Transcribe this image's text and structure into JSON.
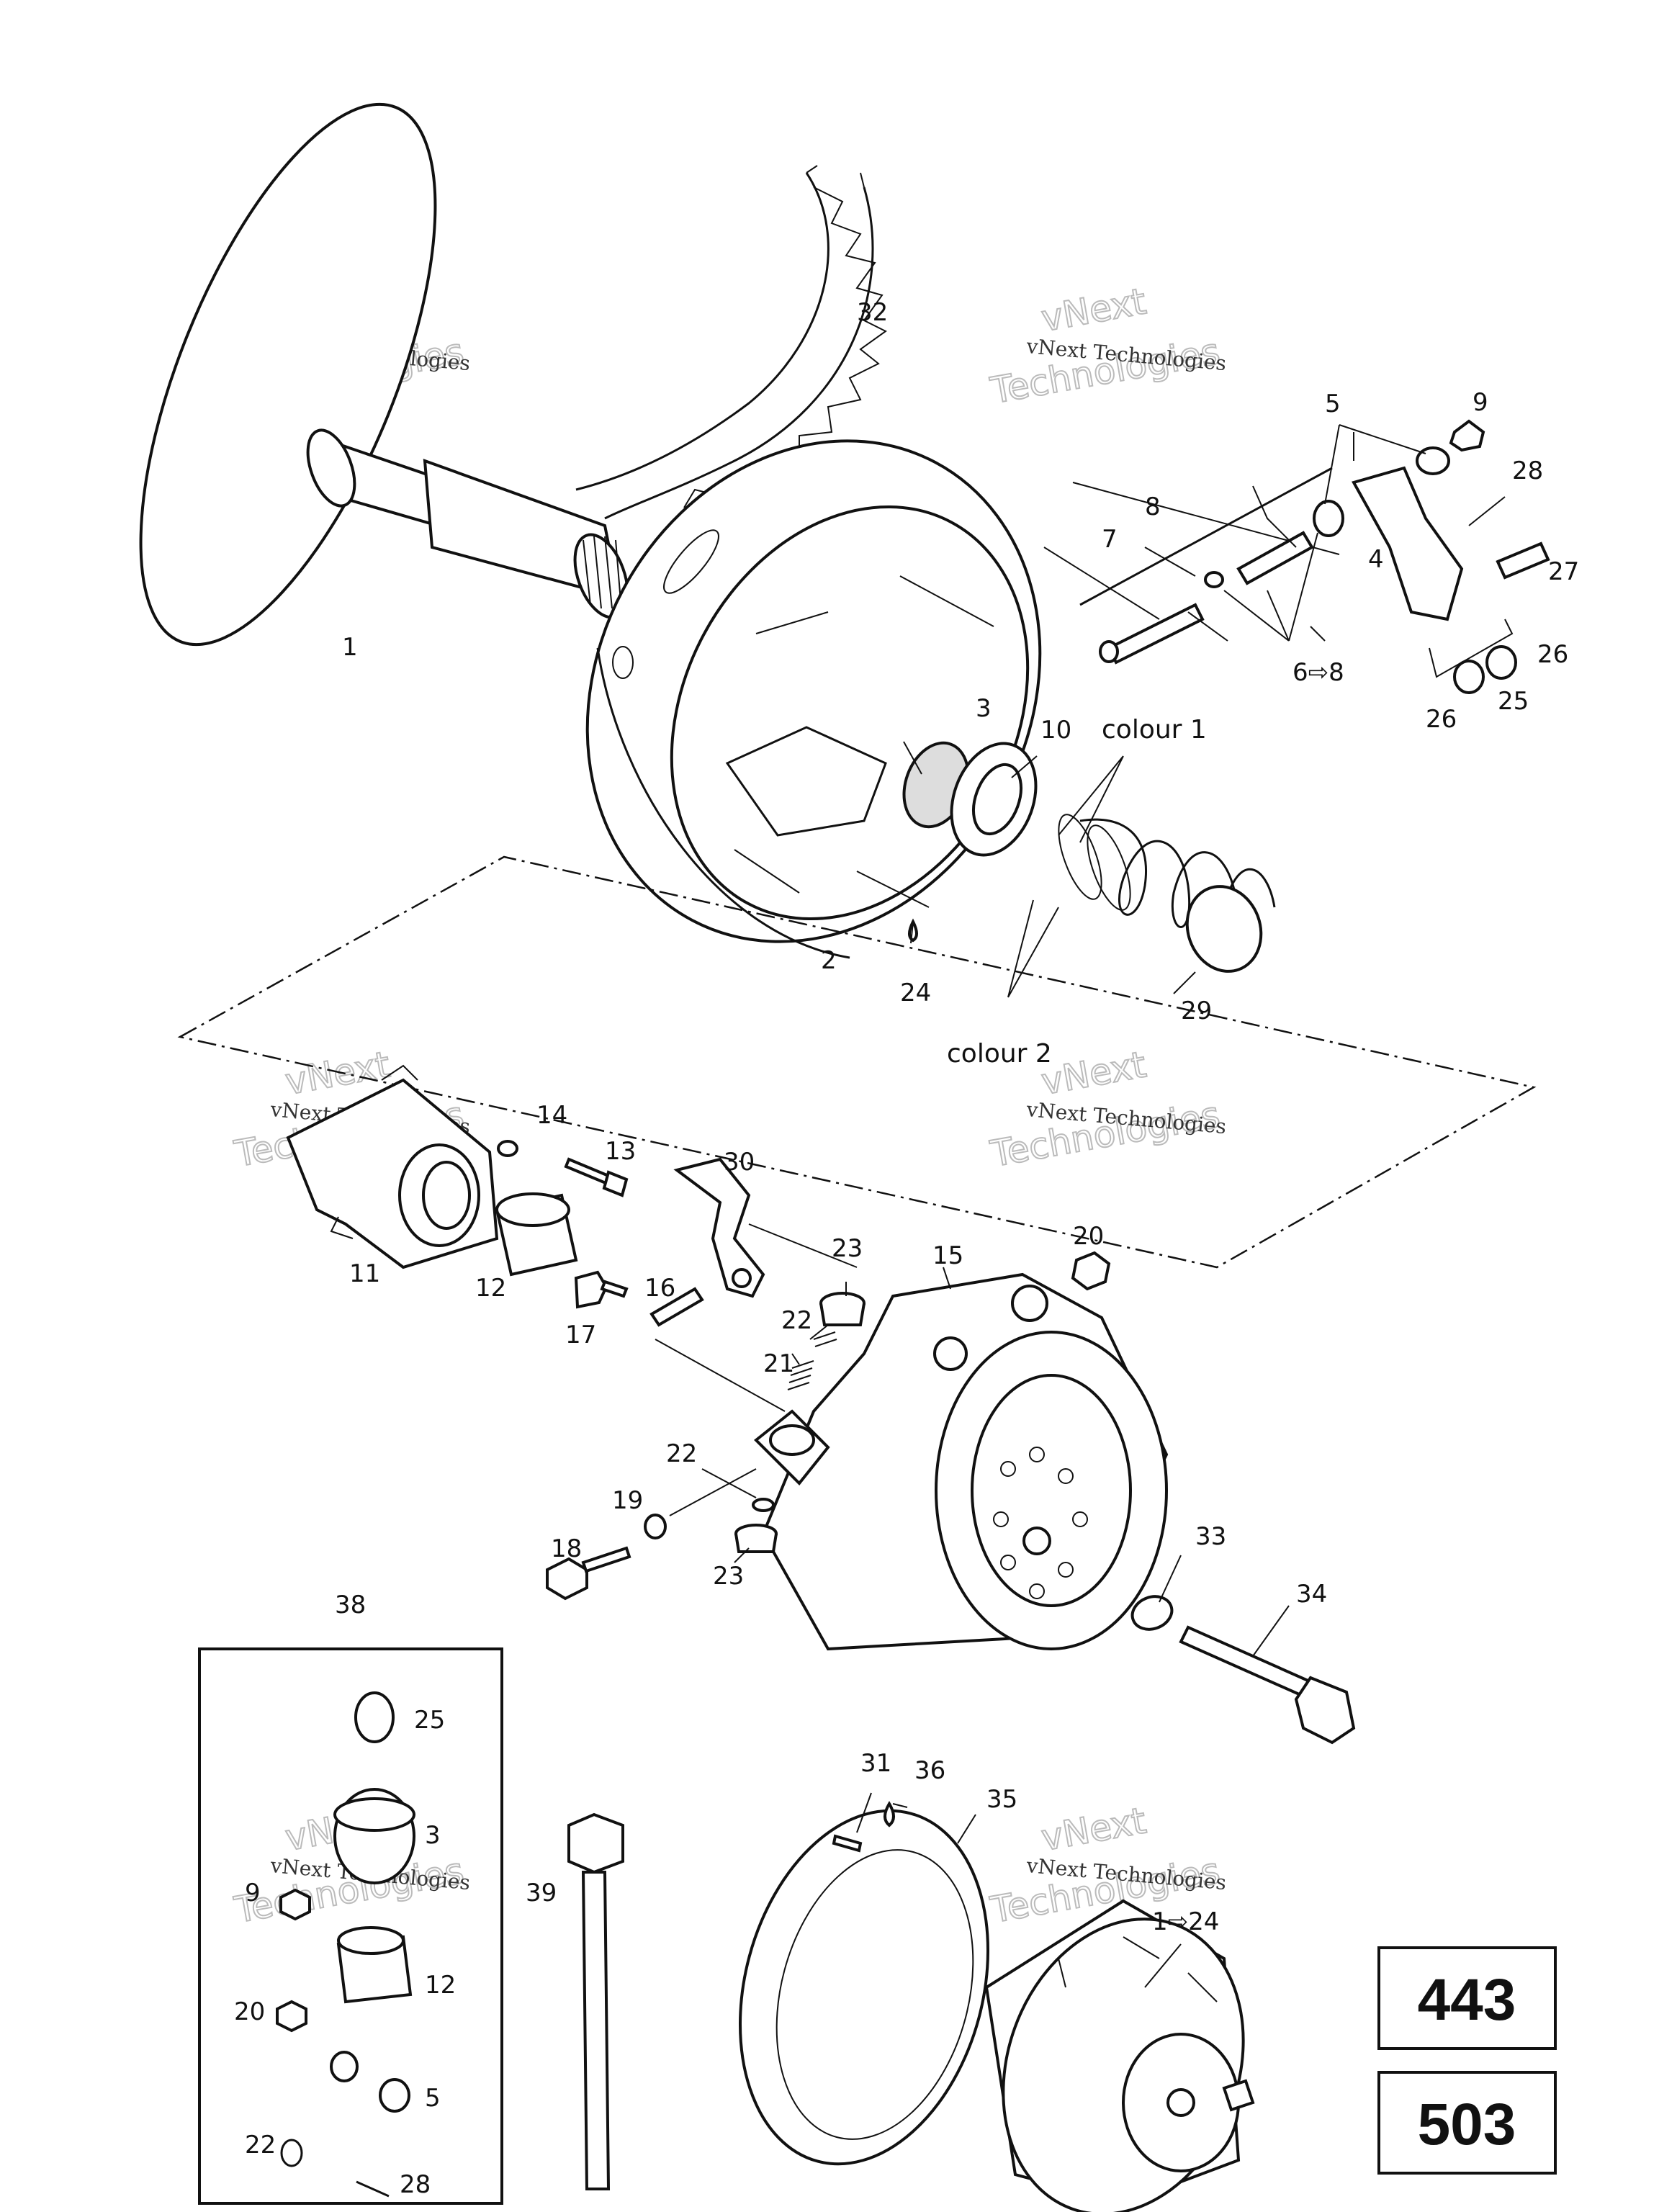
{
  "watermark": {
    "brand_line": "vNext Technologies",
    "big_line1": "vNext",
    "big_line2": "Technologies"
  },
  "callouts": {
    "c1": "1",
    "c2": "2",
    "c3": "3",
    "c4": "4",
    "c5": "5",
    "c7": "7",
    "c8": "8",
    "c9": "9",
    "c10": "10",
    "c11": "11",
    "c12": "12",
    "c13": "13",
    "c14": "14",
    "c15": "15",
    "c16": "16",
    "c17": "17",
    "c18": "18",
    "c19": "19",
    "c20": "20",
    "c21": "21",
    "c22a": "22",
    "c22b": "22",
    "c23a": "23",
    "c23b": "23",
    "c24": "24",
    "c25": "25",
    "c26a": "26",
    "c26b": "26",
    "c27": "27",
    "c28": "28",
    "c29": "29",
    "c30": "30",
    "c31": "31",
    "c32": "32",
    "c33": "33",
    "c34": "34",
    "c35": "35",
    "c36": "36",
    "c38": "38",
    "c39": "39",
    "range_6_8": "6⇨8",
    "range_1_24": "1⇨24",
    "colour1": "colour 1",
    "colour2": "colour 2"
  },
  "kit_box": {
    "k25": "25",
    "k3": "3",
    "k9": "9",
    "k12": "12",
    "k20": "20",
    "k5": "5",
    "k22": "22",
    "k28": "28"
  },
  "models": [
    "443",
    "503"
  ]
}
